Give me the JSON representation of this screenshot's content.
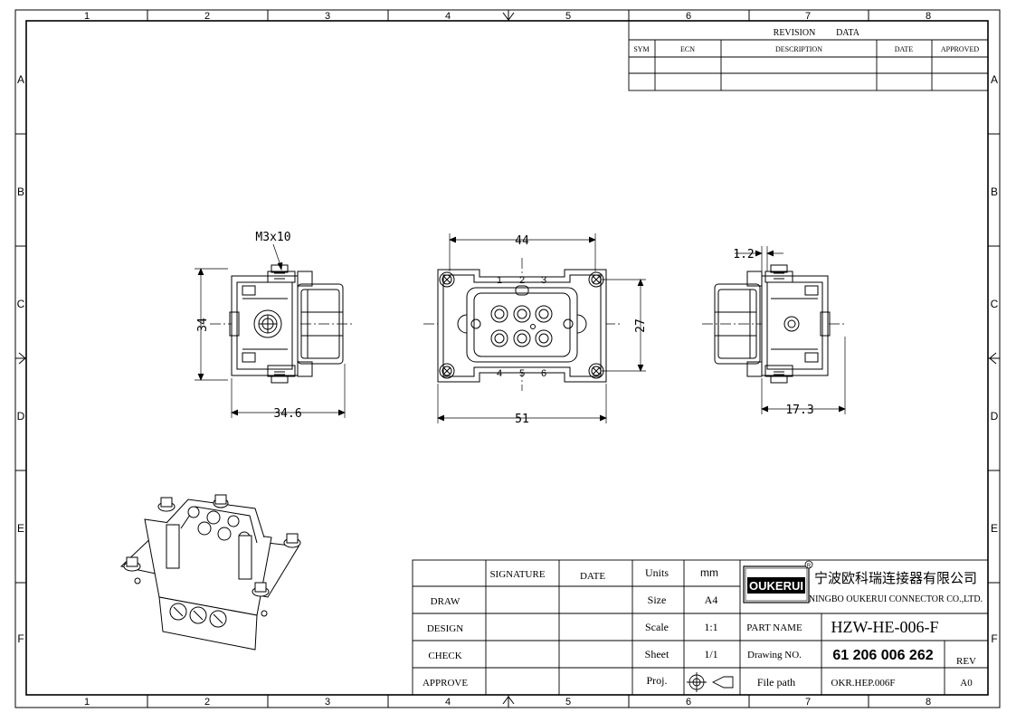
{
  "border": {
    "columns": [
      "1",
      "2",
      "3",
      "4",
      "5",
      "6",
      "7",
      "8"
    ],
    "rows": [
      "A",
      "B",
      "C",
      "D",
      "E",
      "F"
    ]
  },
  "revision_table": {
    "title_left": "REVISION",
    "title_right": "DATA",
    "headers": [
      "SYM",
      "ECN",
      "DESCRIPTION",
      "DATE",
      "APPROVED"
    ]
  },
  "dimensions": {
    "screw": "M3x10",
    "left_height": "34",
    "left_width": "34.6",
    "front_top": "44",
    "front_bottom": "51",
    "front_right": "27",
    "right_top": "1.2",
    "right_bottom": "17.3"
  },
  "pin_labels": {
    "top": [
      "1",
      "2",
      "3"
    ],
    "bottom": [
      "4",
      "5",
      "6"
    ]
  },
  "title_block": {
    "signature_header": "SIGNATURE",
    "date_header": "DATE",
    "roles": [
      "DRAW",
      "DESIGN",
      "CHECK",
      "APPROVE"
    ],
    "units_label": "Units",
    "units_value": "mm",
    "size_label": "Size",
    "size_value": "A4",
    "scale_label": "Scale",
    "scale_value": "1:1",
    "sheet_label": "Sheet",
    "sheet_value": "1/1",
    "proj_label": "Proj.",
    "logo_text": "OUKERUI",
    "company_cn": "宁波欧科瑞连接器有限公司",
    "company_en": "NINGBO OUKERUI CONNECTOR CO.,LTD.",
    "part_name_label": "PART NAME",
    "part_name_value": "HZW-HE-006-F",
    "drawing_no_label": "Drawing NO.",
    "drawing_no_value": "61 206 006 262",
    "rev_label": "REV",
    "file_path_label": "File path",
    "file_path_value": "OKR.HEP.006F",
    "rev_value": "A0"
  }
}
